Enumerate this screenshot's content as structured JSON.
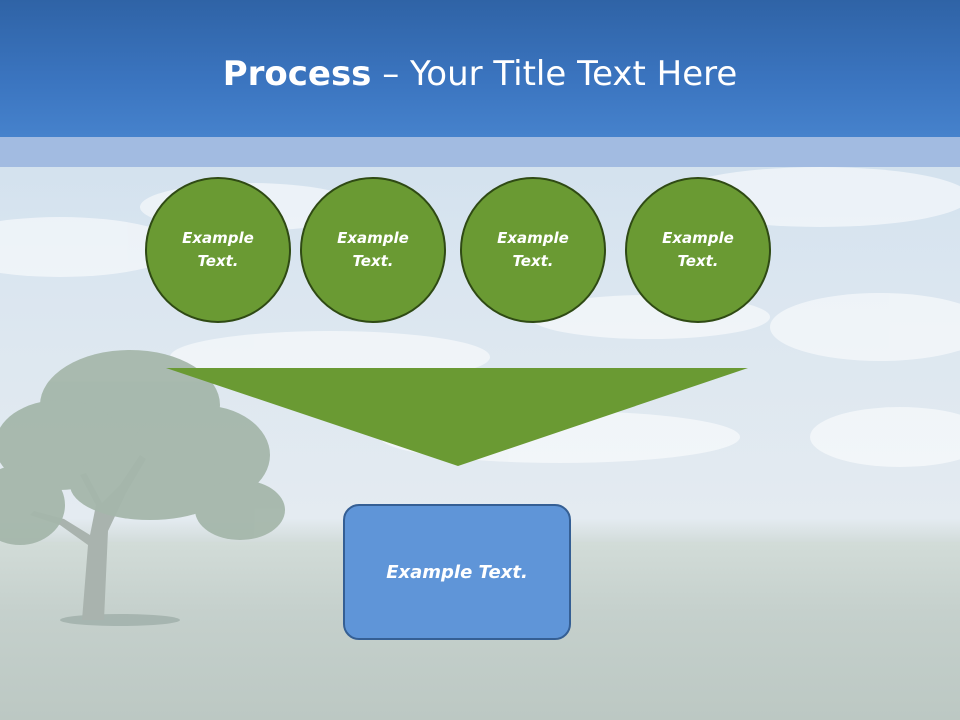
{
  "slide": {
    "title_strong": "Process",
    "title_rest": " – Your Title Text Here"
  },
  "circles": [
    {
      "label": "Example\nText."
    },
    {
      "label": "Example\nText."
    },
    {
      "label": "Example\nText."
    },
    {
      "label": "Example\nText."
    }
  ],
  "result_box": {
    "label": "Example Text."
  },
  "colors": {
    "header": "#3b75c0",
    "circle_fill": "#6a9a33",
    "circle_border": "#2f4a14",
    "funnel": "#6a9a33",
    "box_fill": "#5f95d8",
    "box_border": "#355f94"
  }
}
